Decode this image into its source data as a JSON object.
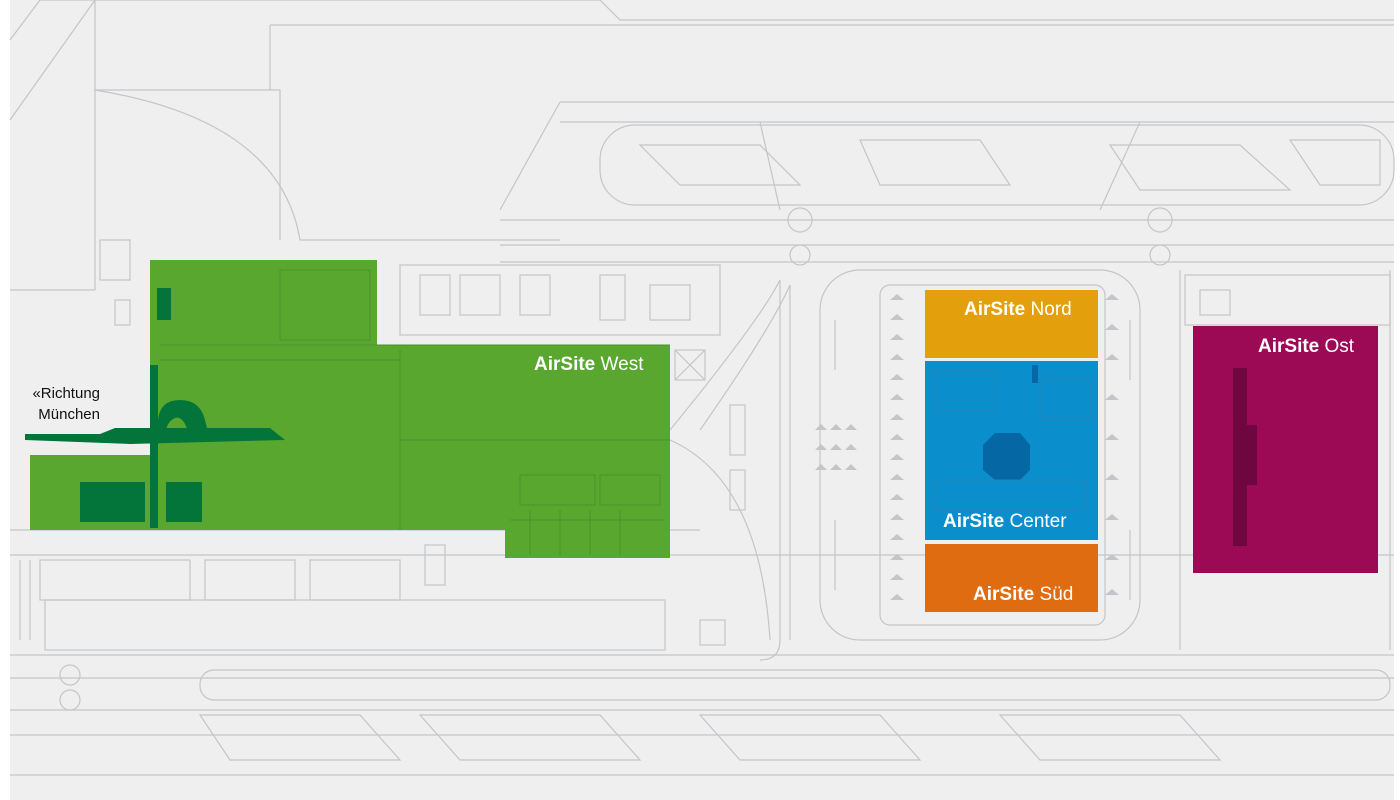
{
  "colors": {
    "background": "#efeff0",
    "lines": "#c4c5c8",
    "west": "#5aa72f",
    "west_dark": "#04753a",
    "nord": "#e49f0c",
    "center": "#0a8fcc",
    "center_dark": "#0568a5",
    "sued": "#e06c12",
    "ost": "#9c0a55",
    "ost_dark": "#6e0740"
  },
  "zones": [
    {
      "id": "west",
      "brand": "AirSite",
      "name": "West"
    },
    {
      "id": "nord",
      "brand": "AirSite",
      "name": "Nord"
    },
    {
      "id": "center",
      "brand": "AirSite",
      "name": "Center"
    },
    {
      "id": "sued",
      "brand": "AirSite",
      "name": "Süd"
    },
    {
      "id": "ost",
      "brand": "AirSite",
      "name": "Ost"
    }
  ],
  "direction": {
    "arrow": "«",
    "line1": "Richtung",
    "line2": "München"
  }
}
